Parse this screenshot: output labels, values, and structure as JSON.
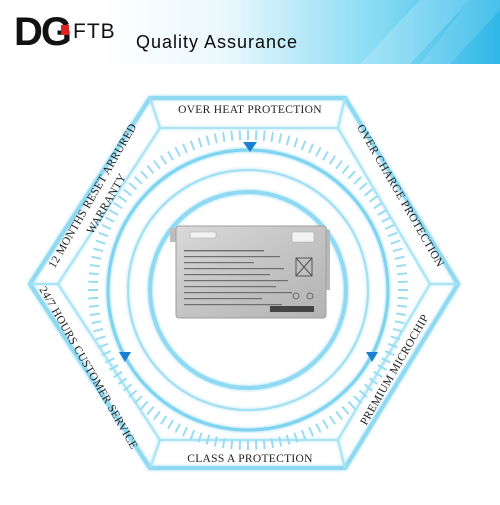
{
  "brand": {
    "logo_main": "DG",
    "logo_sub": "FTB",
    "tagline": "Quality Assurance"
  },
  "features": {
    "top": "OVER HEAT PROTECTION",
    "upper_left_line1": "12 MONTHS RESET ARRURED",
    "upper_left_line2": "WARRANTY",
    "upper_right": "OVER CHARGE PROTECTION",
    "lower_left": "24/7 HOURS CUSTOMER SERVICE",
    "lower_right": "PREMIUM MICROCHIP",
    "bottom": "CLASS A PROTECTION"
  },
  "colors": {
    "accent": "#2fb7e8",
    "line": "#8fd9f2",
    "arrow": "#1a7fd0",
    "text": "#222222"
  },
  "product": {
    "type": "battery-image"
  }
}
